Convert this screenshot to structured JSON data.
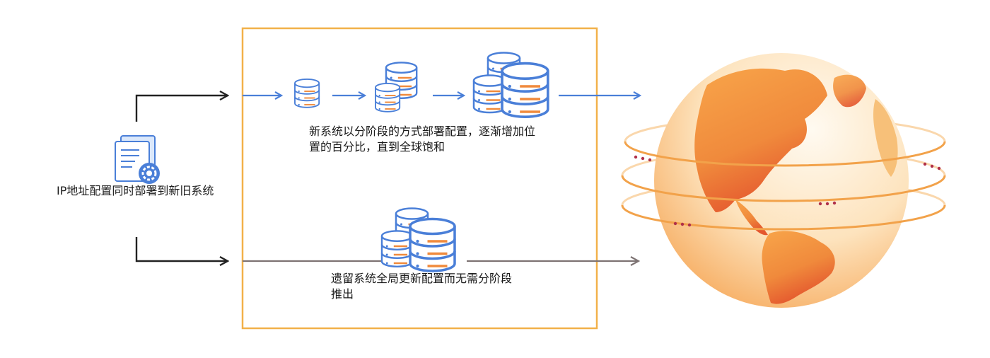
{
  "labels": {
    "config": "IP地址配置同时部署到新旧系统",
    "new_system": "新系统以分阶段的方式部署配置，逐渐增加位置的百分比，直到全球饱和",
    "legacy_system": "遗留系统全局更新配置而无需分阶段推出"
  },
  "colors": {
    "frame": "#f2b14a",
    "blue_arrow": "#4a7fd8",
    "gray_arrow": "#7d7373",
    "dark_arrow": "#222222",
    "server_stroke": "#4a7fd8",
    "server_fill": "#ffffff",
    "server_line": "#f08a3c",
    "globe_light": "#fff3e0",
    "globe_mid": "#f7b15d",
    "globe_dark": "#e4572e"
  },
  "icons": {
    "config": "config-file-gear-icon",
    "server_small": "database-server-icon",
    "server_medium": "database-cluster-icon",
    "server_large": "database-cluster-icon",
    "legacy_server": "database-cluster-icon",
    "globe": "globe-icon"
  }
}
